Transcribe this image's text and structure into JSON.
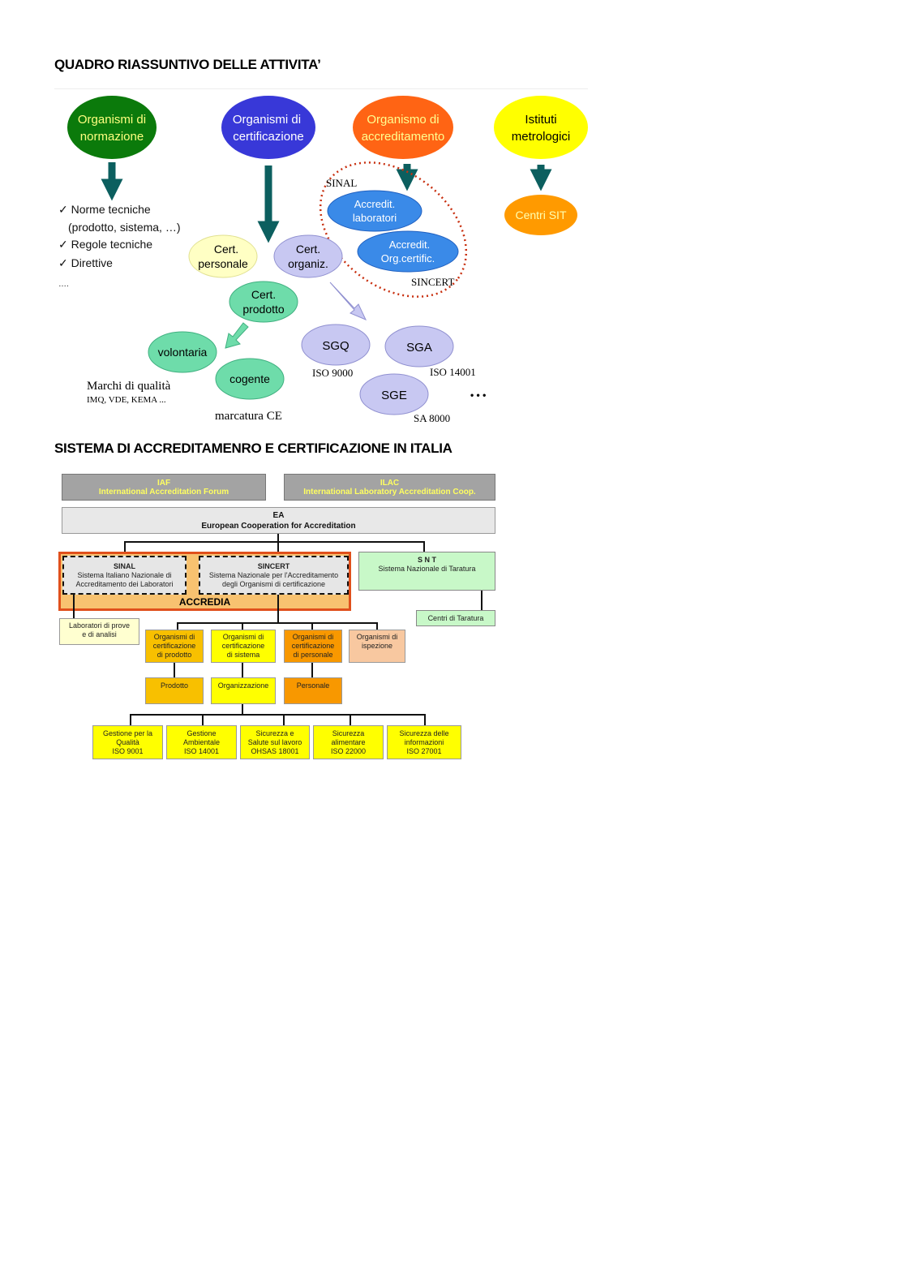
{
  "section1": {
    "title": "QUADRO RIASSUNTIVO DELLE ATTIVITA’",
    "nodes": {
      "normazione": [
        "Organismi di",
        "normazione"
      ],
      "certificazione": [
        "Organismi di",
        "certificazione"
      ],
      "accreditamento": [
        "Organismo di",
        "accreditamento"
      ],
      "metrologici": [
        "Istituti",
        "metrologici"
      ],
      "acc_lab": [
        "Accredit.",
        "laboratori"
      ],
      "acc_org": [
        "Accredit.",
        "Org.certific."
      ],
      "centri_sit": "Centri SIT",
      "cert_personale": [
        "Cert.",
        "personale"
      ],
      "cert_organiz": [
        "Cert.",
        "organiz."
      ],
      "cert_prodotto": [
        "Cert.",
        "prodotto"
      ],
      "volontaria": "volontaria",
      "cogente": "cogente",
      "sgq": "SGQ",
      "sga": "SGA",
      "sge": "SGE"
    },
    "list": [
      "✓ Norme tecniche",
      "(prodotto, sistema, …)",
      "✓ Regole tecniche",
      "✓ Direttive",
      "…."
    ],
    "labels": {
      "sinal": "SINAL",
      "sincert": "SINCERT",
      "iso9000": "ISO 9000",
      "iso14001": "ISO 14001",
      "sa8000": "SA 8000",
      "ellipsis": "• • •",
      "marchi": "Marchi di qualità",
      "marchi_sub": "IMQ, VDE, KEMA ...",
      "marcatura": "marcatura CE"
    },
    "colors": {
      "normazione": "#0b7a0b",
      "certificazione": "#3838d8",
      "accreditamento": "#ff6414",
      "metrologici": "#ffff00",
      "arrow": "#0c5f5f"
    }
  },
  "section2": {
    "title": "SISTEMA DI ACCREDITAMENRO E CERTIFICAZIONE IN ITALIA",
    "iaf": [
      "IAF",
      "International Accreditation Forum"
    ],
    "ilac": [
      "ILAC",
      "International Laboratory Accreditation Coop."
    ],
    "ea": [
      "EA",
      "European Cooperation for Accreditation"
    ],
    "sinal": [
      "SINAL",
      "Sistema Italiano Nazionale di",
      "Accreditamento dei Laboratori"
    ],
    "sincert": [
      "SINCERT",
      "Sistema Nazionale per l'Accreditamento",
      "degli Organismi di certificazione"
    ],
    "accredia": "ACCREDIA",
    "snt": [
      "S N T",
      "Sistema Nazionale di Taratura"
    ],
    "centri_taratura": "Centri di Taratura",
    "laboratori": [
      "Laboratori di prove",
      "e di analisi"
    ],
    "organismi": [
      [
        "Organismi di",
        "certificazione",
        "di prodotto"
      ],
      [
        "Organismi di",
        "certificazione",
        "di sistema"
      ],
      [
        "Organismi di",
        "certificazione",
        "di personale"
      ],
      [
        "Organismi di",
        "ispezione"
      ]
    ],
    "ambiti": [
      "Prodotto",
      "Organizzazione",
      "Personale"
    ],
    "sistemi": [
      [
        "Gestione per la",
        "Qualità",
        "ISO 9001"
      ],
      [
        "Gestione",
        "Ambientale",
        "ISO 14001"
      ],
      [
        "Sicurezza e",
        "Salute sul lavoro",
        "OHSAS 18001"
      ],
      [
        "Sicurezza",
        "alimentare",
        "ISO 22000"
      ],
      [
        "Sicurezza delle",
        "informazioni",
        "ISO 27001"
      ]
    ]
  }
}
